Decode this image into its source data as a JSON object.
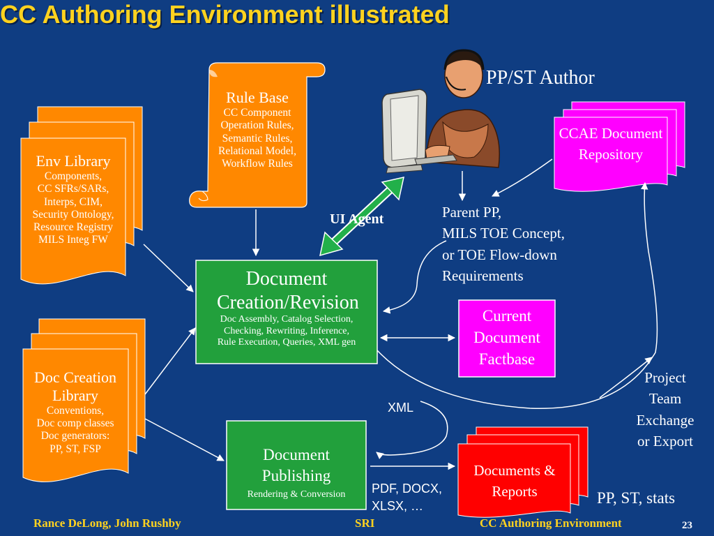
{
  "title": "CC Authoring Environment illustrated",
  "colors": {
    "background": "#0f3d82",
    "title": "#ffd21f",
    "orange": "#ff8800",
    "green": "#22a03c",
    "magenta": "#ff00ff",
    "red": "#ff0000",
    "arrow_green": "#22b04a"
  },
  "author": {
    "label": "PP/ST Author",
    "icon": "person-at-computer-icon"
  },
  "rule_base": {
    "title": "Rule Base",
    "lines": [
      "CC Component",
      "Operation Rules,",
      "Semantic Rules,",
      "Relational Model,",
      "Workflow Rules"
    ]
  },
  "env_library": {
    "title": "Env Library",
    "lines": [
      "Components,",
      "CC SFRs/SARs,",
      "Interps, CIM,",
      "Security Ontology,",
      "Resource Registry",
      "MILS Integ FW"
    ]
  },
  "doc_creation_library": {
    "title": "Doc Creation Library",
    "lines": [
      "Conventions,",
      "Doc comp classes",
      "Doc generators:",
      "PP, ST, FSP"
    ]
  },
  "doc_creation": {
    "title": "Document Creation/Revision",
    "lines": [
      "Doc Assembly, Catalog Selection,",
      "Checking, Rewriting, Inference,",
      "Rule Execution, Queries, XML gen"
    ]
  },
  "doc_publishing": {
    "title": "Document Publishing",
    "subtitle": "Rendering & Conversion"
  },
  "factbase": {
    "title": "Current Document Factbase"
  },
  "ccae_repo": {
    "title": "CCAE Document Repository"
  },
  "documents_reports": {
    "title": "Documents & Reports"
  },
  "ui_agent": "UI Agent",
  "parent_pp": [
    "Parent PP,",
    "MILS TOE Concept,",
    "or TOE Flow-down",
    "Requirements"
  ],
  "project_team": [
    "Project",
    "Team",
    "Exchange",
    "or Export"
  ],
  "xml": "XML",
  "formats": [
    "PDF, DOCX,",
    "XLSX, …"
  ],
  "pp_st_stats": "PP, ST, stats",
  "footer": {
    "authors": "Rance DeLong, John Rushby",
    "org": "SRI",
    "env": "CC Authoring Environment",
    "page": "23"
  }
}
